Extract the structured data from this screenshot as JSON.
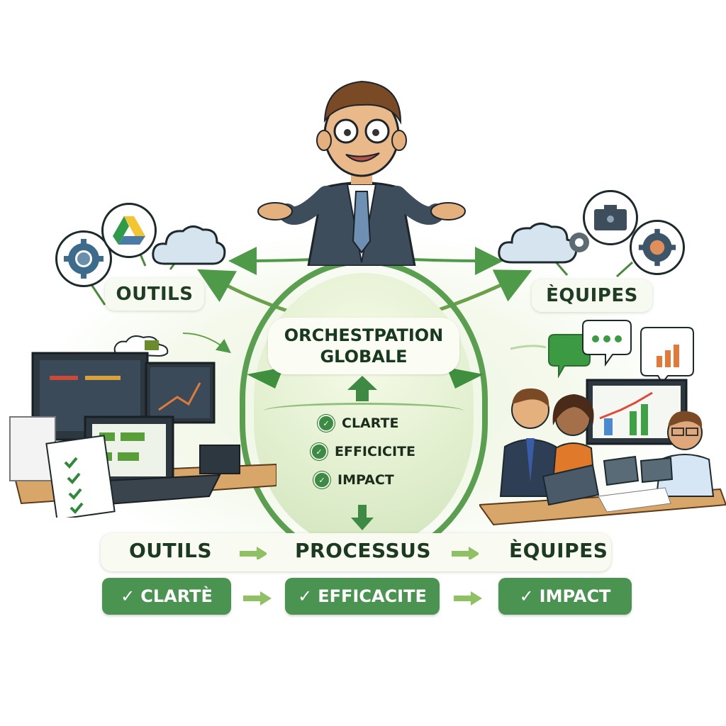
{
  "hub": {
    "title_line1": "ORCHESTPATION",
    "title_line2": "GLOBALE",
    "benefits": [
      {
        "label": "CLARTE"
      },
      {
        "label": "EFFICICITE"
      },
      {
        "label": "IMPACT"
      }
    ]
  },
  "nodes": {
    "left": {
      "label": "OUTILS",
      "icons": [
        "gear-icon",
        "drive-icon",
        "cloud-icon"
      ]
    },
    "right": {
      "label": "ÈQUIPES",
      "icons": [
        "cloud-icon",
        "briefcase-icon",
        "gear-icon"
      ]
    }
  },
  "flow": {
    "steps": [
      {
        "label": "OUTILS"
      },
      {
        "label": "PROCESSUS"
      },
      {
        "label": "ÈQUIPES"
      }
    ]
  },
  "outcomes": [
    {
      "label": "CLARTÈ",
      "icon": "check-icon"
    },
    {
      "label": "EFFICACITE",
      "icon": "check-icon"
    },
    {
      "label": "IMPACT",
      "icon": "check-icon"
    }
  ],
  "colors": {
    "primary_green": "#3f8f3f",
    "button_green": "#4a9350",
    "arrow_green": "#8fc063",
    "text_dark_green": "#1b3a21"
  }
}
